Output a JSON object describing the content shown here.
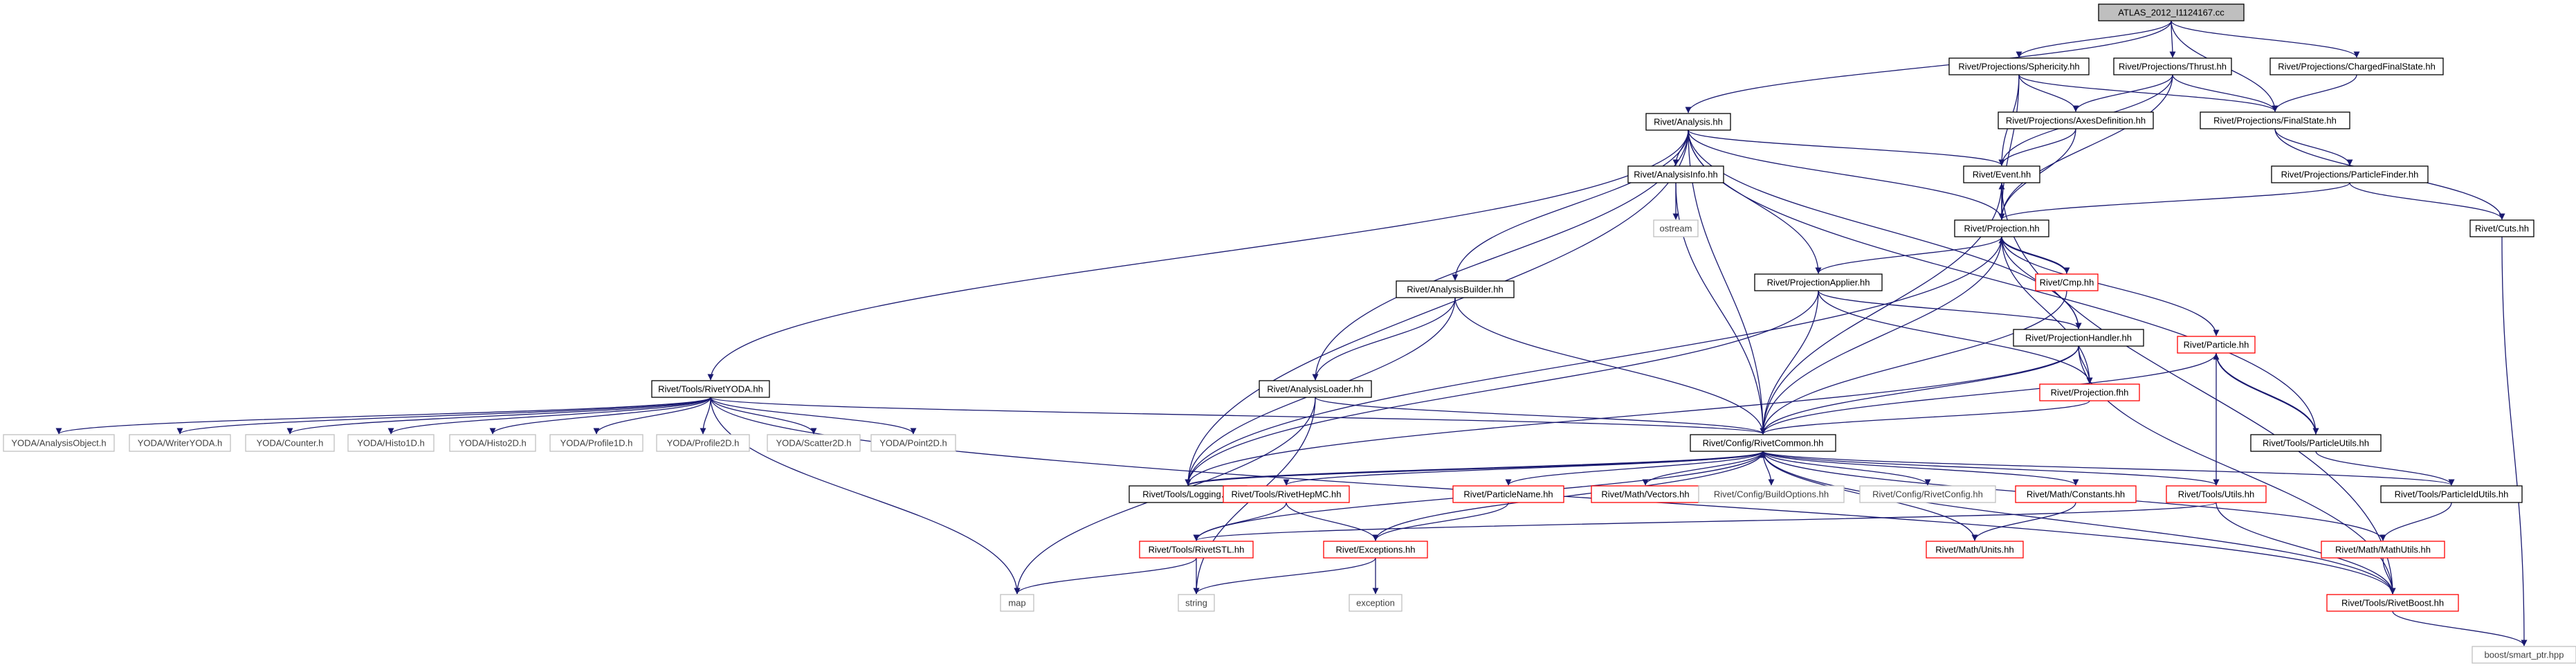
{
  "colors": {
    "edge": "#191970",
    "root_fill": "#bfbfbf",
    "solid_border": "#000000",
    "truncated_border": "#ff0000",
    "external_border": "#bfbfbf",
    "label": "#000000",
    "external_label": "#404040"
  },
  "nodes": [
    {
      "id": "atlas",
      "label": "ATLAS_2012_I1124167.cc",
      "style": "root"
    },
    {
      "id": "analysis",
      "label": "Rivet/Analysis.hh",
      "style": "solid"
    },
    {
      "id": "sphericity",
      "label": "Rivet/Projections/Sphericity.hh",
      "style": "solid"
    },
    {
      "id": "thrust",
      "label": "Rivet/Projections/Thrust.hh",
      "style": "solid"
    },
    {
      "id": "chargedfs",
      "label": "Rivet/Projections/ChargedFinalState.hh",
      "style": "solid"
    },
    {
      "id": "axesdef",
      "label": "Rivet/Projections/AxesDefinition.hh",
      "style": "solid"
    },
    {
      "id": "finalstate",
      "label": "Rivet/Projections/FinalState.hh",
      "style": "solid"
    },
    {
      "id": "analysisinfo",
      "label": "Rivet/AnalysisInfo.hh",
      "style": "solid"
    },
    {
      "id": "event",
      "label": "Rivet/Event.hh",
      "style": "solid"
    },
    {
      "id": "particlefinder",
      "label": "Rivet/Projections/ParticleFinder.hh",
      "style": "solid"
    },
    {
      "id": "ostream",
      "label": "ostream",
      "style": "external"
    },
    {
      "id": "projection",
      "label": "Rivet/Projection.hh",
      "style": "solid"
    },
    {
      "id": "cuts",
      "label": "Rivet/Cuts.hh",
      "style": "solid"
    },
    {
      "id": "projapplier",
      "label": "Rivet/ProjectionApplier.hh",
      "style": "solid"
    },
    {
      "id": "cmp",
      "label": "Rivet/Cmp.hh",
      "style": "truncated"
    },
    {
      "id": "analysisbuilder",
      "label": "Rivet/AnalysisBuilder.hh",
      "style": "solid"
    },
    {
      "id": "projhandler",
      "label": "Rivet/ProjectionHandler.hh",
      "style": "solid"
    },
    {
      "id": "particle",
      "label": "Rivet/Particle.hh",
      "style": "truncated"
    },
    {
      "id": "rivetyoda",
      "label": "Rivet/Tools/RivetYODA.hh",
      "style": "solid"
    },
    {
      "id": "analysisloader",
      "label": "Rivet/AnalysisLoader.hh",
      "style": "solid"
    },
    {
      "id": "projectionfhh",
      "label": "Rivet/Projection.fhh",
      "style": "truncated"
    },
    {
      "id": "particleutils",
      "label": "Rivet/Tools/ParticleUtils.hh",
      "style": "solid"
    },
    {
      "id": "yoda_ao",
      "label": "YODA/AnalysisObject.h",
      "style": "external"
    },
    {
      "id": "yoda_writer",
      "label": "YODA/WriterYODA.h",
      "style": "external"
    },
    {
      "id": "yoda_counter",
      "label": "YODA/Counter.h",
      "style": "external"
    },
    {
      "id": "yoda_h1",
      "label": "YODA/Histo1D.h",
      "style": "external"
    },
    {
      "id": "yoda_h2",
      "label": "YODA/Histo2D.h",
      "style": "external"
    },
    {
      "id": "yoda_p1",
      "label": "YODA/Profile1D.h",
      "style": "external"
    },
    {
      "id": "yoda_p2",
      "label": "YODA/Profile2D.h",
      "style": "external"
    },
    {
      "id": "yoda_s2",
      "label": "YODA/Scatter2D.h",
      "style": "external"
    },
    {
      "id": "yoda_pt2",
      "label": "YODA/Point2D.h",
      "style": "external"
    },
    {
      "id": "rivetcommon",
      "label": "Rivet/Config/RivetCommon.hh",
      "style": "solid"
    },
    {
      "id": "logging",
      "label": "Rivet/Tools/Logging.hh",
      "style": "solid"
    },
    {
      "id": "rivethepmc",
      "label": "Rivet/Tools/RivetHepMC.hh",
      "style": "truncated"
    },
    {
      "id": "particlename",
      "label": "Rivet/ParticleName.hh",
      "style": "truncated"
    },
    {
      "id": "vectors",
      "label": "Rivet/Math/Vectors.hh",
      "style": "truncated"
    },
    {
      "id": "buildoptions",
      "label": "Rivet/Config/BuildOptions.hh",
      "style": "external"
    },
    {
      "id": "rivetconfig",
      "label": "Rivet/Config/RivetConfig.hh",
      "style": "external"
    },
    {
      "id": "constants",
      "label": "Rivet/Math/Constants.hh",
      "style": "truncated"
    },
    {
      "id": "toolsutils",
      "label": "Rivet/Tools/Utils.hh",
      "style": "truncated"
    },
    {
      "id": "particleidutils",
      "label": "Rivet/Tools/ParticleIdUtils.hh",
      "style": "solid"
    },
    {
      "id": "rivetstl",
      "label": "Rivet/Tools/RivetSTL.hh",
      "style": "truncated"
    },
    {
      "id": "exceptions",
      "label": "Rivet/Exceptions.hh",
      "style": "truncated"
    },
    {
      "id": "mathunits",
      "label": "Rivet/Math/Units.hh",
      "style": "truncated"
    },
    {
      "id": "mathutils",
      "label": "Rivet/Math/MathUtils.hh",
      "style": "truncated"
    },
    {
      "id": "map",
      "label": "map",
      "style": "external"
    },
    {
      "id": "string",
      "label": "string",
      "style": "external"
    },
    {
      "id": "exception",
      "label": "exception",
      "style": "external"
    },
    {
      "id": "rivetboost",
      "label": "Rivet/Tools/RivetBoost.hh",
      "style": "truncated"
    },
    {
      "id": "smartptr",
      "label": "boost/smart_ptr.hpp",
      "style": "external"
    }
  ],
  "edges": [
    [
      "atlas",
      "analysis"
    ],
    [
      "atlas",
      "sphericity"
    ],
    [
      "atlas",
      "thrust"
    ],
    [
      "atlas",
      "chargedfs"
    ],
    [
      "atlas",
      "finalstate"
    ],
    [
      "sphericity",
      "axesdef"
    ],
    [
      "sphericity",
      "finalstate"
    ],
    [
      "sphericity",
      "event"
    ],
    [
      "sphericity",
      "projection"
    ],
    [
      "thrust",
      "axesdef"
    ],
    [
      "thrust",
      "finalstate"
    ],
    [
      "thrust",
      "event"
    ],
    [
      "thrust",
      "projection"
    ],
    [
      "chargedfs",
      "finalstate"
    ],
    [
      "axesdef",
      "event"
    ],
    [
      "axesdef",
      "projection"
    ],
    [
      "finalstate",
      "particlefinder"
    ],
    [
      "finalstate",
      "cuts"
    ],
    [
      "particlefinder",
      "projection"
    ],
    [
      "particlefinder",
      "cuts"
    ],
    [
      "analysis",
      "analysisinfo"
    ],
    [
      "analysis",
      "event"
    ],
    [
      "analysis",
      "projection"
    ],
    [
      "analysis",
      "projapplier"
    ],
    [
      "analysis",
      "projhandler"
    ],
    [
      "analysis",
      "analysisbuilder"
    ],
    [
      "analysis",
      "analysisloader"
    ],
    [
      "analysis",
      "rivetyoda"
    ],
    [
      "analysis",
      "rivetcommon"
    ],
    [
      "analysis",
      "logging"
    ],
    [
      "analysis",
      "particleutils"
    ],
    [
      "analysisinfo",
      "ostream"
    ],
    [
      "analysisinfo",
      "rivetcommon"
    ],
    [
      "event",
      "projection"
    ],
    [
      "event",
      "rivetcommon"
    ],
    [
      "event",
      "rivetboost"
    ],
    [
      "projection",
      "event"
    ],
    [
      "projection",
      "projapplier"
    ],
    [
      "projection",
      "cmp"
    ],
    [
      "projection",
      "projhandler"
    ],
    [
      "projection",
      "particle"
    ],
    [
      "projection",
      "projectionfhh"
    ],
    [
      "projection",
      "rivetcommon"
    ],
    [
      "projection",
      "logging"
    ],
    [
      "cmp",
      "projection"
    ],
    [
      "cmp",
      "rivetcommon"
    ],
    [
      "projapplier",
      "projhandler"
    ],
    [
      "projapplier",
      "projectionfhh"
    ],
    [
      "projapplier",
      "rivetcommon"
    ],
    [
      "projapplier",
      "logging"
    ],
    [
      "projhandler",
      "projectionfhh"
    ],
    [
      "projhandler",
      "rivetcommon"
    ],
    [
      "projhandler",
      "logging"
    ],
    [
      "projhandler",
      "rivetboost"
    ],
    [
      "projectionfhh",
      "rivetcommon"
    ],
    [
      "analysisbuilder",
      "analysisloader"
    ],
    [
      "analysisbuilder",
      "rivetcommon"
    ],
    [
      "analysisbuilder",
      "logging"
    ],
    [
      "analysisloader",
      "rivetcommon"
    ],
    [
      "analysisloader",
      "map"
    ],
    [
      "analysisloader",
      "string"
    ],
    [
      "particle",
      "particleutils"
    ],
    [
      "particle",
      "rivetcommon"
    ],
    [
      "particle",
      "toolsutils"
    ],
    [
      "particleutils",
      "particle"
    ],
    [
      "particleutils",
      "particleidutils"
    ],
    [
      "rivetyoda",
      "yoda_ao"
    ],
    [
      "rivetyoda",
      "yoda_writer"
    ],
    [
      "rivetyoda",
      "yoda_counter"
    ],
    [
      "rivetyoda",
      "yoda_h1"
    ],
    [
      "rivetyoda",
      "yoda_h2"
    ],
    [
      "rivetyoda",
      "yoda_p1"
    ],
    [
      "rivetyoda",
      "yoda_p2"
    ],
    [
      "rivetyoda",
      "yoda_s2"
    ],
    [
      "rivetyoda",
      "yoda_pt2"
    ],
    [
      "rivetyoda",
      "rivetcommon"
    ],
    [
      "rivetyoda",
      "rivetboost"
    ],
    [
      "rivetyoda",
      "map"
    ],
    [
      "rivetcommon",
      "logging"
    ],
    [
      "rivetcommon",
      "rivethepmc"
    ],
    [
      "rivetcommon",
      "particlename"
    ],
    [
      "rivetcommon",
      "vectors"
    ],
    [
      "rivetcommon",
      "buildoptions"
    ],
    [
      "rivetcommon",
      "rivetconfig"
    ],
    [
      "rivetcommon",
      "constants"
    ],
    [
      "rivetcommon",
      "toolsutils"
    ],
    [
      "rivetcommon",
      "particleidutils"
    ],
    [
      "rivetcommon",
      "rivetstl"
    ],
    [
      "rivetcommon",
      "exceptions"
    ],
    [
      "rivetcommon",
      "mathunits"
    ],
    [
      "rivetcommon",
      "mathutils"
    ],
    [
      "rivetcommon",
      "rivetboost"
    ],
    [
      "logging",
      "rivetcommon"
    ],
    [
      "rivethepmc",
      "rivetstl"
    ],
    [
      "rivethepmc",
      "exceptions"
    ],
    [
      "particlename",
      "exceptions"
    ],
    [
      "constants",
      "mathunits"
    ],
    [
      "toolsutils",
      "rivetstl"
    ],
    [
      "toolsutils",
      "rivetboost"
    ],
    [
      "particleidutils",
      "mathutils"
    ],
    [
      "mathutils",
      "rivetboost"
    ],
    [
      "rivetstl",
      "map"
    ],
    [
      "rivetstl",
      "string"
    ],
    [
      "exceptions",
      "string"
    ],
    [
      "exceptions",
      "exception"
    ],
    [
      "rivetboost",
      "smartptr"
    ],
    [
      "cuts",
      "smartptr"
    ]
  ]
}
